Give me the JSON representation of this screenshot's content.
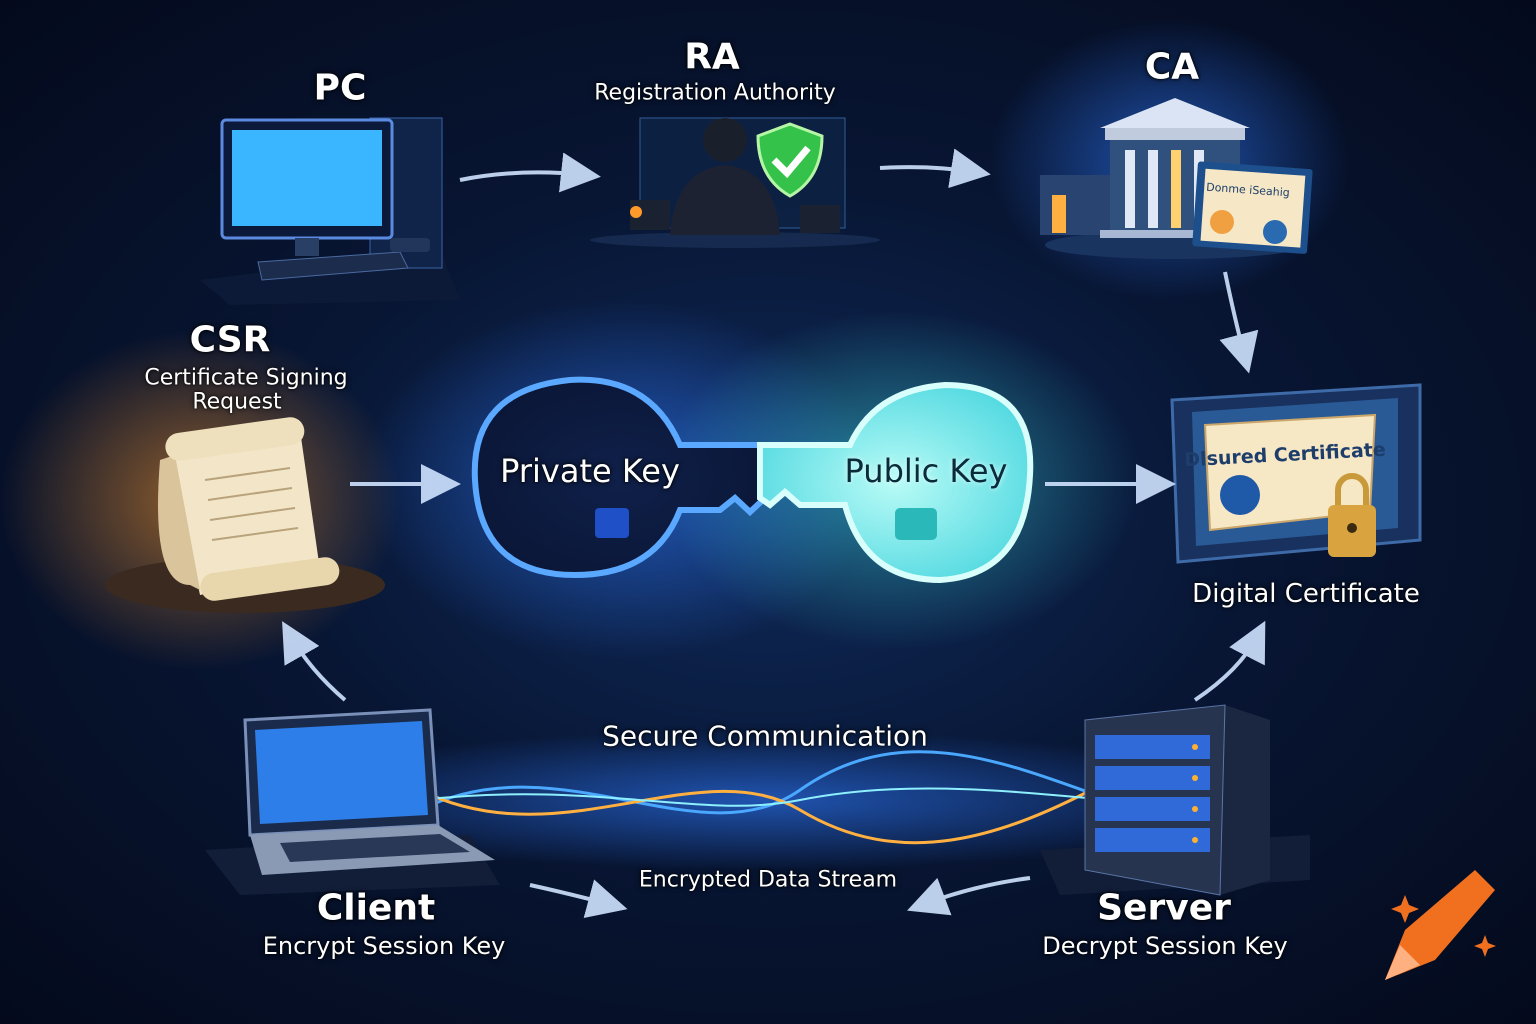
{
  "nodes": {
    "pc": {
      "title": "PC"
    },
    "ra": {
      "title": "RA",
      "subtitle": "Registration Authority"
    },
    "ca": {
      "title": "CA",
      "certificate_text": "Donme iSeahig"
    },
    "csr": {
      "title": "CSR",
      "subtitle_line1": "Certificate Signing",
      "subtitle_line2": "Request"
    },
    "private_key": {
      "label": "Private Key"
    },
    "public_key": {
      "label": "Public Key"
    },
    "digital_certificate": {
      "label": "Digital Certificate",
      "certificate_text": "Dlsured Certificate"
    },
    "client": {
      "title": "Client",
      "subtitle": "Encrypt Session Key"
    },
    "server": {
      "title": "Server",
      "subtitle": "Decrypt Session Key"
    }
  },
  "channel": {
    "top_label": "Secure Communication",
    "bottom_label": "Encrypted Data Stream"
  },
  "colors": {
    "background": "#061230",
    "accent_blue": "#2f7bff",
    "accent_cyan": "#3fe6e0",
    "accent_orange": "#ff9a2a",
    "shield_green": "#35c24a",
    "logo_orange": "#f07020"
  },
  "icons": [
    "desktop-computer-icon",
    "security-officer-icon",
    "shield-check-icon",
    "bank-building-icon",
    "certificate-icon",
    "scroll-icon",
    "key-icon",
    "padlock-icon",
    "laptop-icon",
    "server-rack-icon",
    "crayon-logo-icon"
  ]
}
